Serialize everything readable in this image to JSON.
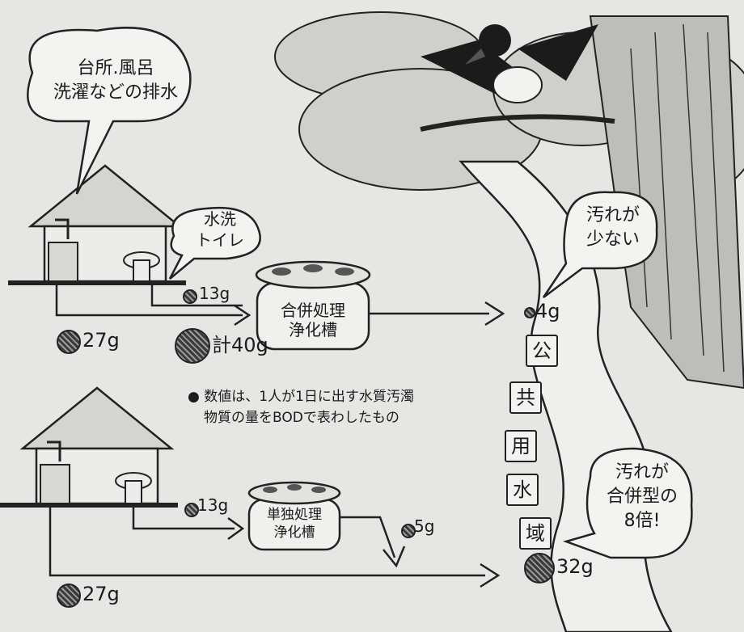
{
  "bubbles": {
    "kitchen": {
      "line1": "台所.風呂",
      "line2": "洗濯などの排水"
    },
    "toilet": {
      "line1": "水洗",
      "line2": "トイレ"
    },
    "clean": {
      "line1": "汚れが",
      "line2": "少ない"
    },
    "dirty": {
      "line1": "汚れが",
      "line2": "合併型の",
      "line3": "8倍!"
    }
  },
  "combined": {
    "toilet_amount": "13g",
    "house_amount": "27g",
    "total": "計40g",
    "tank_line1": "合併処理",
    "tank_line2": "浄化槽",
    "output": "4g"
  },
  "single": {
    "toilet_amount": "13g",
    "house_amount": "27g",
    "tank_line1": "単独処理",
    "tank_line2": "浄化槽",
    "tank_output": "5g",
    "river_total": "32g"
  },
  "note": {
    "line1": "数値は、1人が1日に出す水質汚濁",
    "line2": "物質の量をBODで表わしたもの"
  },
  "river_chars": [
    "公",
    "共",
    "用",
    "水",
    "域"
  ]
}
